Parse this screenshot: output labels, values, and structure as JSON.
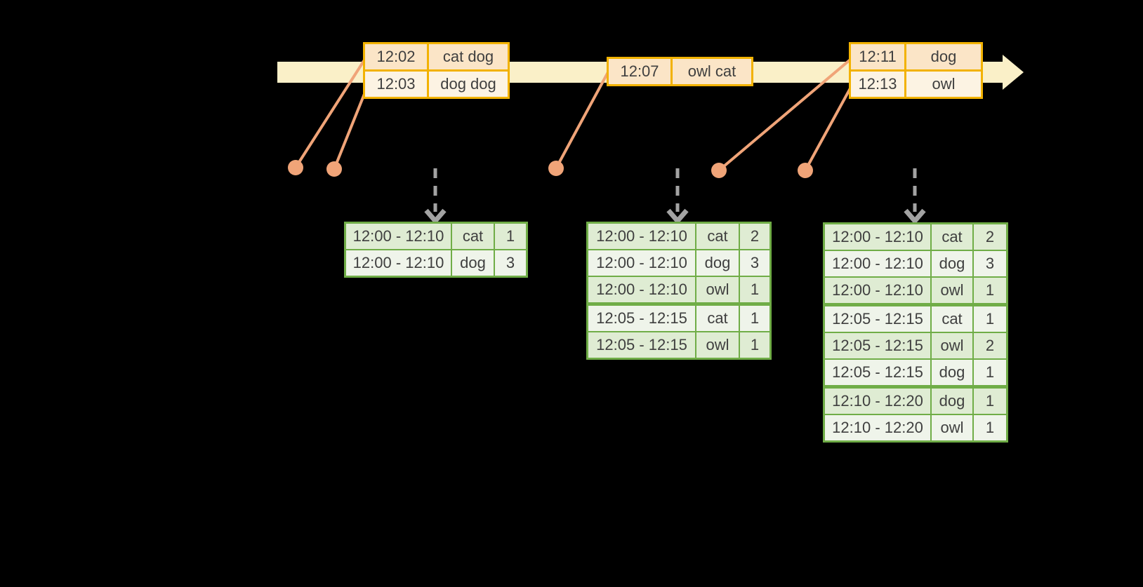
{
  "diagram_title": "windowed-grouped-aggregation-stream",
  "colors": {
    "background": "#000000",
    "timeline_band": "#faf0c8",
    "event_table_border": "#f2b200",
    "event_row_dark": "#fbe5c7",
    "event_row_light": "#fcf3e3",
    "connector_salmon": "#f0a478",
    "result_table_border": "#70ad47",
    "result_row_dark": "#dfecd3",
    "result_row_light": "#eff4ea",
    "trigger_arrow_gray": "#a3a3a3",
    "text": "#3f3f3f"
  },
  "icons": {
    "timeline_arrow": "right-arrow-band",
    "event_time_dot": "filled-circle",
    "trigger_arrow": "dashed-down-arrow"
  },
  "event_tables": [
    {
      "rows": [
        {
          "time": "12:02",
          "data": "cat dog"
        },
        {
          "time": "12:03",
          "data": "dog dog"
        }
      ]
    },
    {
      "rows": [
        {
          "time": "12:07",
          "data": "owl cat"
        }
      ]
    },
    {
      "rows": [
        {
          "time": "12:11",
          "data": "dog"
        },
        {
          "time": "12:13",
          "data": "owl"
        }
      ]
    }
  ],
  "result_tables": [
    {
      "rows": [
        {
          "window": "12:00 - 12:10",
          "word": "cat",
          "count": "1"
        },
        {
          "window": "12:00 - 12:10",
          "word": "dog",
          "count": "3"
        }
      ]
    },
    {
      "rows": [
        {
          "window": "12:00 - 12:10",
          "word": "cat",
          "count": "2"
        },
        {
          "window": "12:00 - 12:10",
          "word": "dog",
          "count": "3"
        },
        {
          "window": "12:00 - 12:10",
          "word": "owl",
          "count": "1"
        },
        {
          "window": "12:05 - 12:15",
          "word": "cat",
          "count": "1"
        },
        {
          "window": "12:05 - 12:15",
          "word": "owl",
          "count": "1"
        }
      ]
    },
    {
      "rows": [
        {
          "window": "12:00 - 12:10",
          "word": "cat",
          "count": "2"
        },
        {
          "window": "12:00 - 12:10",
          "word": "dog",
          "count": "3"
        },
        {
          "window": "12:00 - 12:10",
          "word": "owl",
          "count": "1"
        },
        {
          "window": "12:05 - 12:15",
          "word": "cat",
          "count": "1"
        },
        {
          "window": "12:05 - 12:15",
          "word": "owl",
          "count": "2"
        },
        {
          "window": "12:05 - 12:15",
          "word": "dog",
          "count": "1"
        },
        {
          "window": "12:10 - 12:20",
          "word": "dog",
          "count": "1"
        },
        {
          "window": "12:10 - 12:20",
          "word": "owl",
          "count": "1"
        }
      ]
    }
  ]
}
